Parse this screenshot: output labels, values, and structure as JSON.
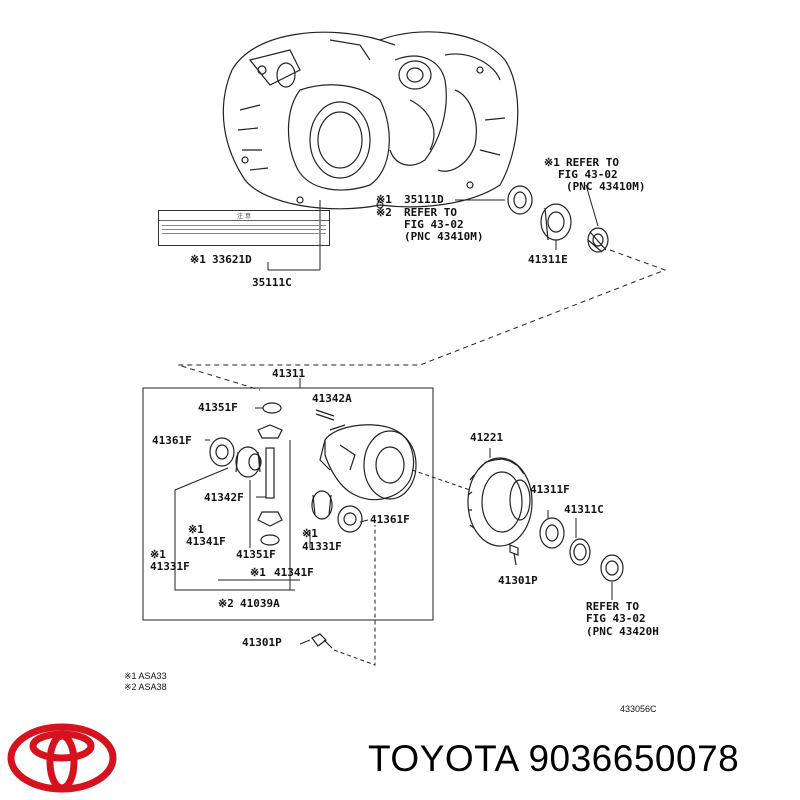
{
  "labels": {
    "p35111D": "35111D",
    "refer_a1": "REFER TO",
    "refer_a2": "FIG 43-02",
    "refer_a3": "(PNC 43410M)",
    "refer_b1": "REFER TO",
    "refer_b2": "FIG 43-02",
    "refer_b3": "(PNC 43410M)",
    "p41311E": "41311E",
    "p33621D": "33621D",
    "p35111C": "35111C",
    "p41311": "41311",
    "p41351F_a": "41351F",
    "p41342A": "41342A",
    "p41361F_a": "41361F",
    "p41342F": "41342F",
    "p41341F_a": "41341F",
    "p41351F_b": "41351F",
    "p41331F_a": "41331F",
    "p41331F_b": "41331F",
    "p41341F_b": "41341F",
    "p41039A": "41039A",
    "p41361F_b": "41361F",
    "p41221": "41221",
    "p41311F": "41311F",
    "p41311C": "41311C",
    "p41301P_a": "41301P",
    "refer_c1": "REFER TO",
    "refer_c2": "FIG 43-02",
    "refer_c3": "(PNC 43420H",
    "p41301P_b": "41301P"
  },
  "marks": {
    "m1": "※1",
    "m2": "※2"
  },
  "notes": {
    "asa33": "※1 ASA33",
    "asa38": "※2 ASA38",
    "fig_code": "433056C"
  },
  "warning_label": {
    "title": "注 意"
  },
  "brand": {
    "name": "TOYOTA 9036650078",
    "logo_color": "#d7121f"
  }
}
